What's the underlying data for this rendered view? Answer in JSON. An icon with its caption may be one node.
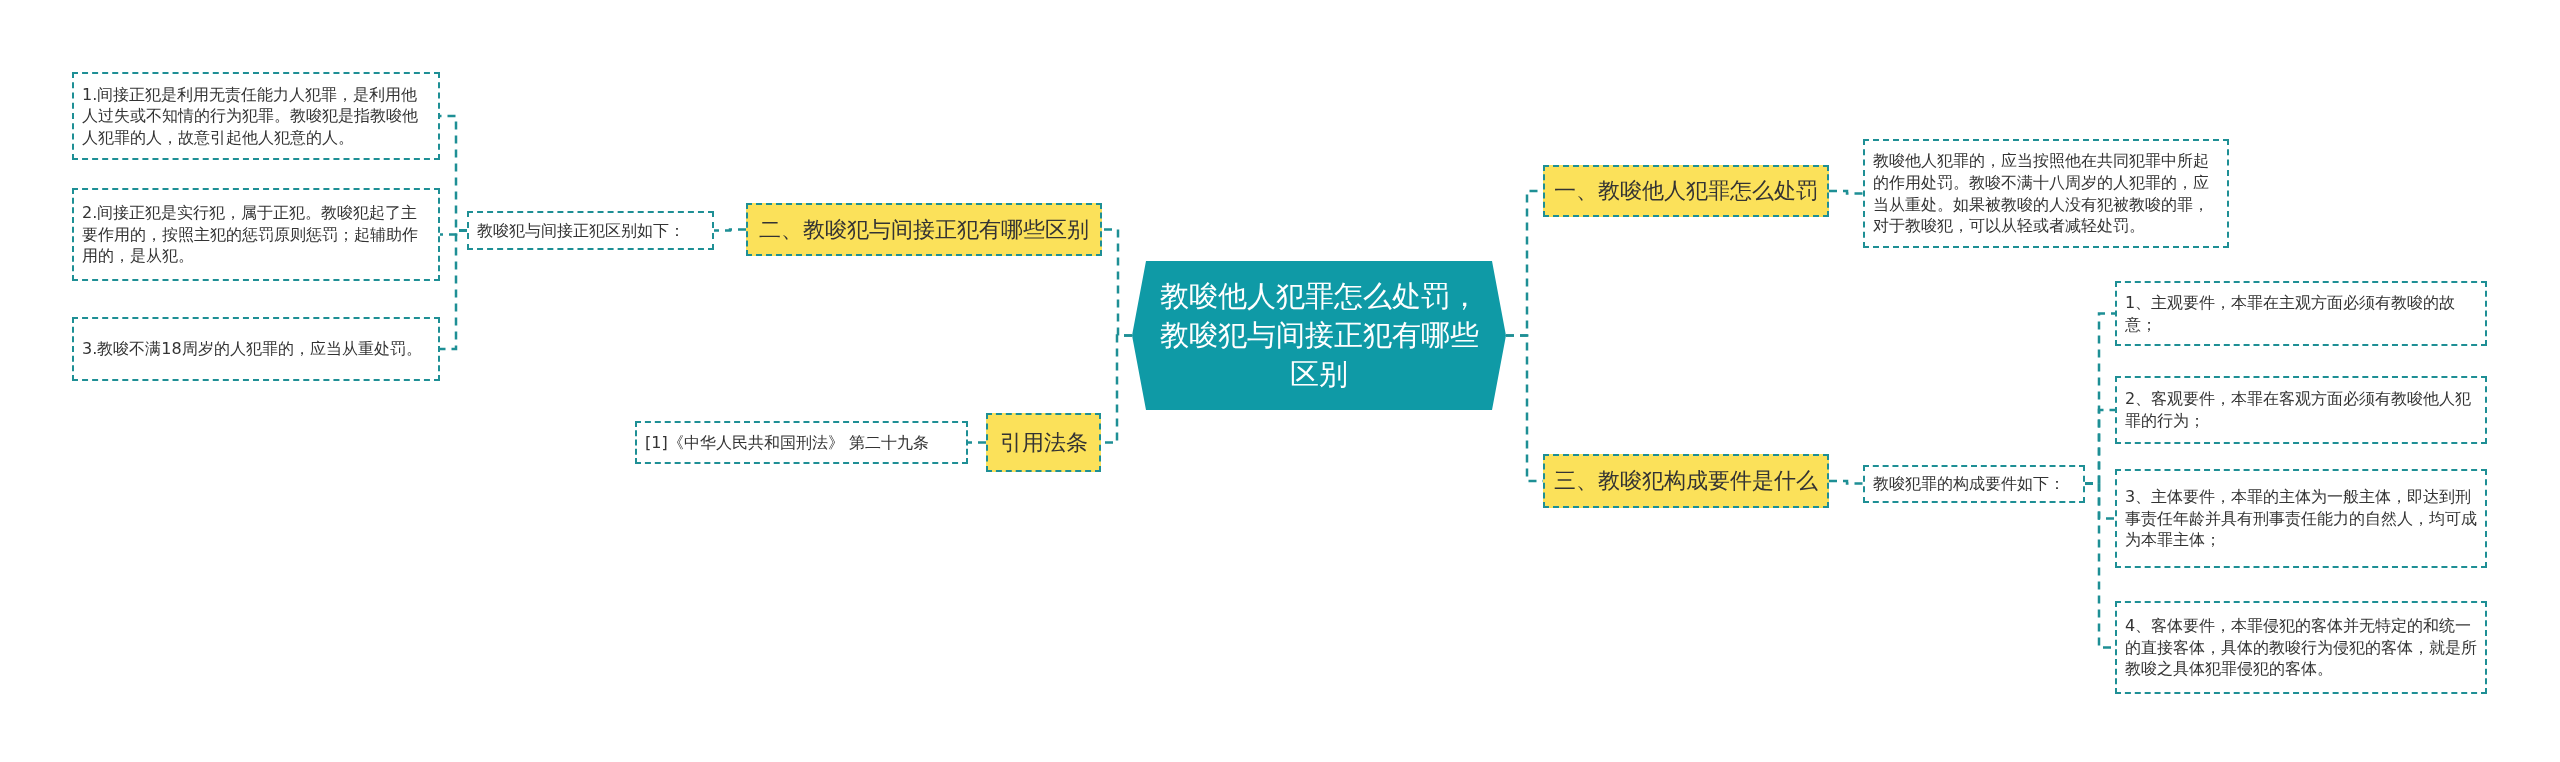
{
  "diagram": {
    "nodes": [
      {
        "text": [
          "教唆他人犯罪怎么处罚，教唆犯与间接正犯有哪些区别"
        ]
      },
      {
        "text": [
          "二、教唆犯与间接正犯有哪些区别"
        ]
      },
      {
        "text": [
          "教唆犯与间接正犯区别如下："
        ]
      },
      {
        "text": [
          "1.间接正犯是利用无责任能力人犯罪，是利用他人过失或不知情的行为犯罪。教唆犯是指教唆他人犯罪的人，故意引起他人犯意的人。"
        ]
      },
      {
        "text": [
          "2.间接正犯是实行犯，属于正犯。教唆犯起了主要作用的，按照主犯的惩罚原则惩罚；起辅助作用的，是从犯。"
        ]
      },
      {
        "text": [
          "3.教唆不满18周岁的人犯罪的，应当从重处罚。"
        ]
      },
      {
        "text": [
          "引用法条"
        ]
      },
      {
        "text": [
          "[1]《中华人民共和国刑法》 第二十九条"
        ]
      },
      {
        "text": [
          "一、教唆他人犯罪怎么处罚"
        ]
      },
      {
        "text": [
          "教唆他人犯罪的，应当按照他在共同犯罪中所起的作用处罚。教唆不满十八周岁的人犯罪的，应当从重处。如果被教唆的人没有犯被教唆的罪，对于教唆犯，可以从轻或者减轻处罚。"
        ]
      },
      {
        "text": [
          "三、教唆犯构成要件是什么"
        ]
      },
      {
        "text": [
          "教唆犯罪的构成要件如下："
        ]
      },
      {
        "text": [
          "1、主观要件，本罪在主观方面必须有教唆的故意；"
        ]
      },
      {
        "text": [
          "2、客观要件，本罪在客观方面必须有教唆他人犯罪的行为；"
        ]
      },
      {
        "text": [
          "3、主体要件，本罪的主体为一般主体，即达到刑事责任年龄并具有刑事责任能力的自然人，均可成为本罪主体；"
        ]
      },
      {
        "text": [
          "4、客体要件，本罪侵犯的客体并无特定的和统一的直接客体，具体的教唆行为侵犯的客体，就是所教唆之具体犯罪侵犯的客体。"
        ]
      }
    ],
    "edges": [
      {
        "from": 0,
        "to": 1,
        "arrow": "none"
      },
      {
        "from": 1,
        "to": 2,
        "arrow": "none"
      },
      {
        "from": 2,
        "to": 3,
        "arrow": "none"
      },
      {
        "from": 2,
        "to": 4,
        "arrow": "none"
      },
      {
        "from": 2,
        "to": 5,
        "arrow": "none"
      },
      {
        "from": 0,
        "to": 6,
        "arrow": "none"
      },
      {
        "from": 6,
        "to": 7,
        "arrow": "none"
      },
      {
        "from": 0,
        "to": 8,
        "arrow": "none"
      },
      {
        "from": 8,
        "to": 9,
        "arrow": "none"
      },
      {
        "from": 0,
        "to": 10,
        "arrow": "none"
      },
      {
        "from": 10,
        "to": 11,
        "arrow": "none"
      },
      {
        "from": 11,
        "to": 12,
        "arrow": "none"
      },
      {
        "from": 11,
        "to": 13,
        "arrow": "none"
      },
      {
        "from": 11,
        "to": 14,
        "arrow": "none"
      },
      {
        "from": 11,
        "to": 15,
        "arrow": "none"
      }
    ]
  }
}
